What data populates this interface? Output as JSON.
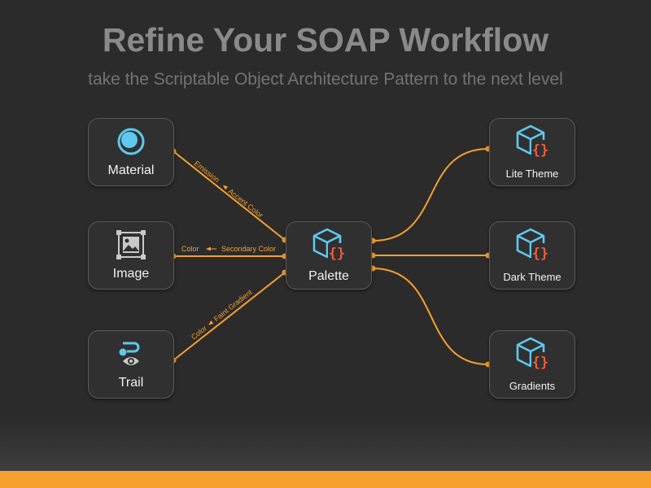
{
  "header": {
    "title": "Refine Your SOAP Workflow",
    "subtitle": "take the Scriptable Object Architecture Pattern to the next level"
  },
  "nodes": {
    "material": {
      "label": "Material",
      "icon": "material-sphere-icon"
    },
    "image": {
      "label": "Image",
      "icon": "image-frame-icon"
    },
    "trail": {
      "label": "Trail",
      "icon": "trail-eye-icon"
    },
    "palette": {
      "label": "Palette",
      "icon": "scriptable-object-icon"
    },
    "lite_theme": {
      "label": "Lite Theme",
      "icon": "scriptable-object-icon"
    },
    "dark_theme": {
      "label": "Dark Theme",
      "icon": "scriptable-object-icon"
    },
    "gradients": {
      "label": "Gradients",
      "icon": "scriptable-object-icon"
    }
  },
  "edges": {
    "material": {
      "target_label": "Emission",
      "source_label": "Accent Color"
    },
    "image": {
      "target_label": "Color",
      "source_label": "Secondary Color"
    },
    "trail": {
      "target_label": "Color",
      "source_label": "Faint Gradient"
    }
  },
  "colors": {
    "background": "#2b2b2b",
    "title": "#8a8a8a",
    "subtitle": "#737373",
    "node_fill": "#303030",
    "node_border": "#5a5a5a",
    "connector": "#f6a02d",
    "icon_blue": "#5ec8ef",
    "icon_red": "#f05b3a",
    "icon_gray": "#c9c9c9",
    "footer": "#f6a02d"
  }
}
